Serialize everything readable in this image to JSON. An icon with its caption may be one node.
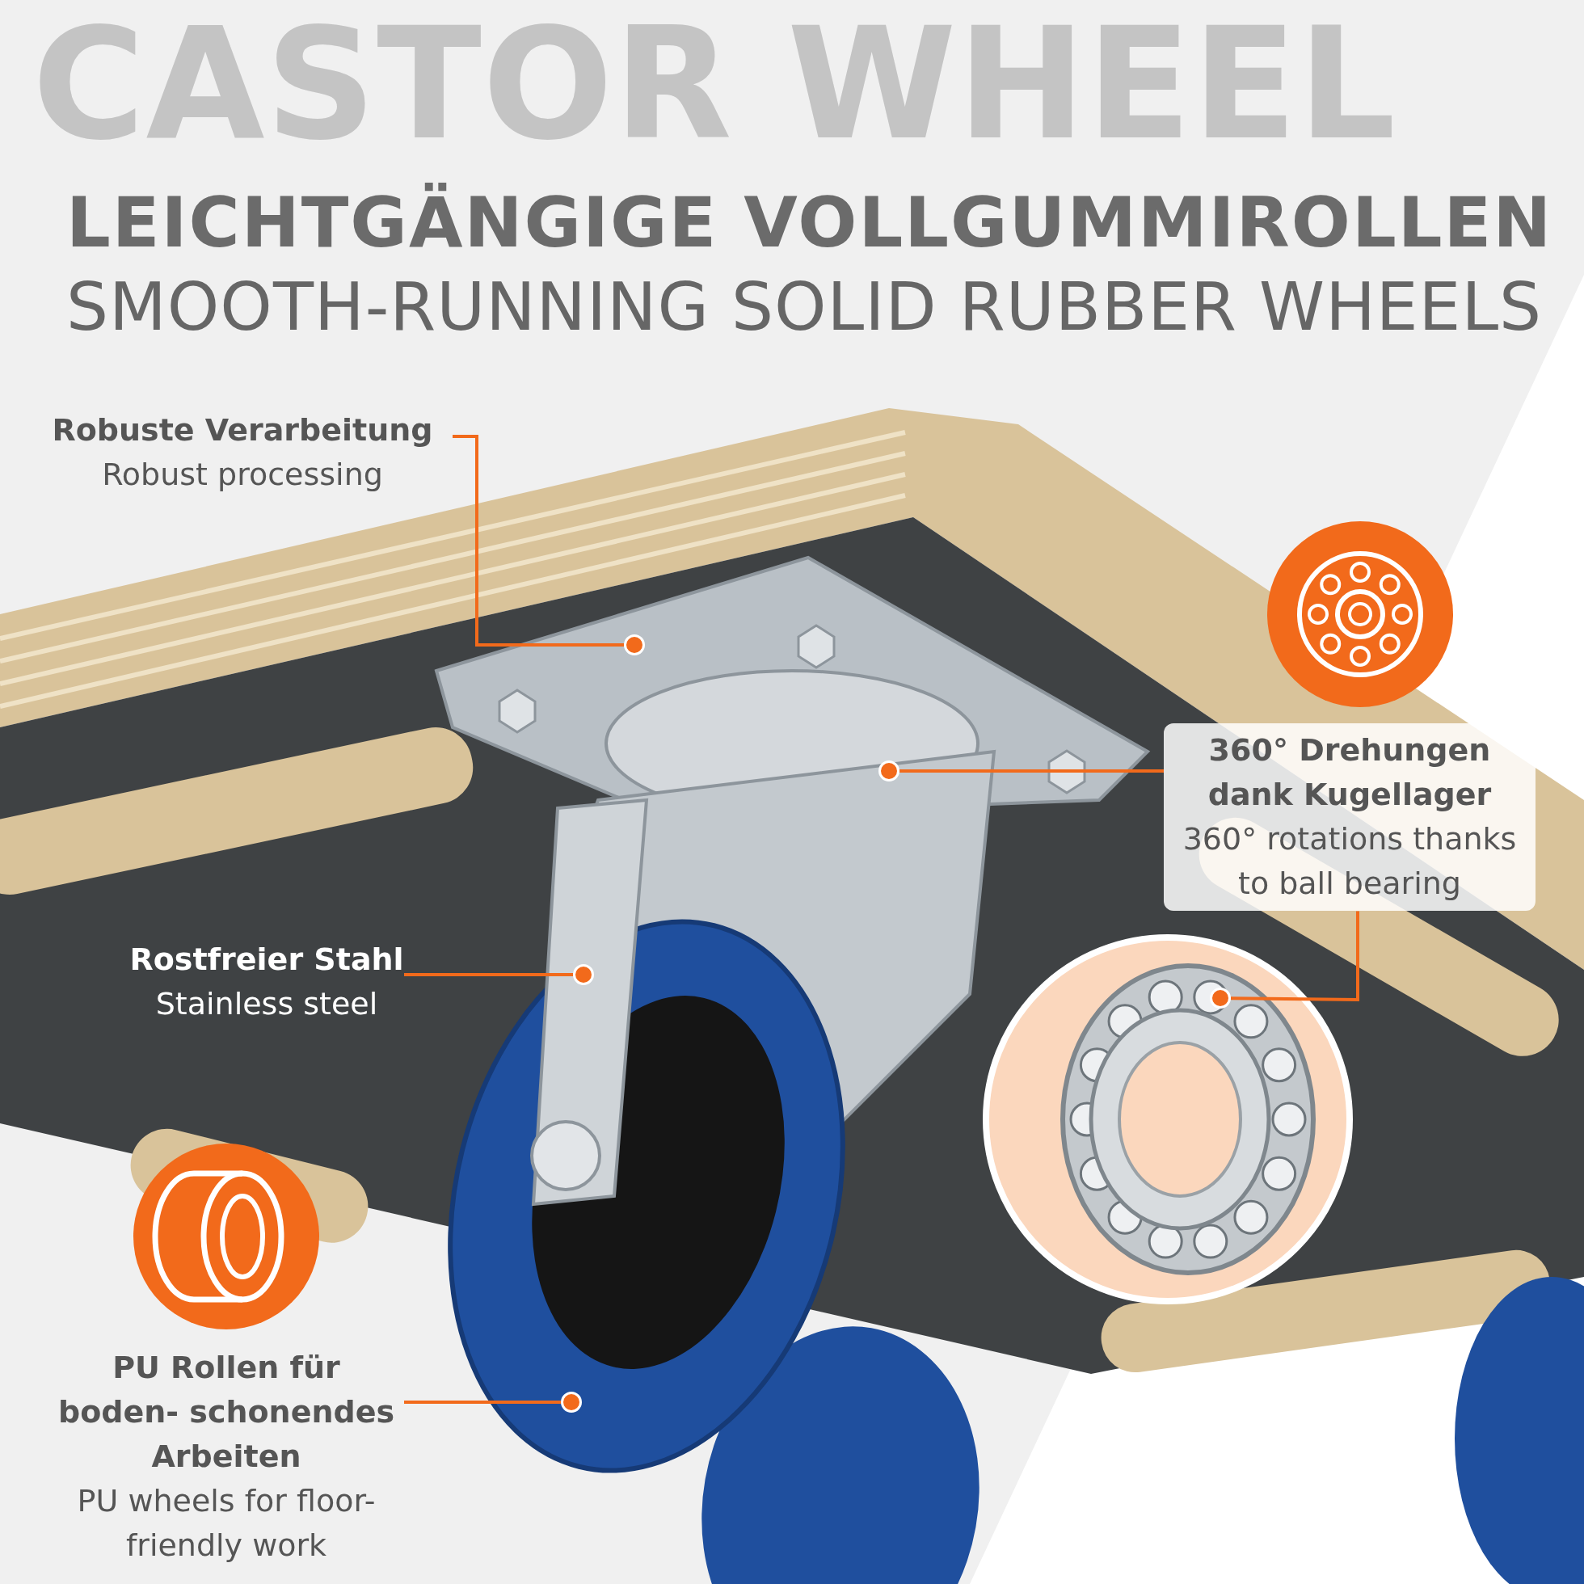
{
  "diagram": {
    "title": "LEICHTGÄNGIGE VOLLGUMMIROLLEN",
    "nodes": [
      {
        "text": [
          "Robuste Verarbeitung",
          "Robust processing"
        ]
      },
      {
        "text": [],
        "shape": "circle"
      },
      {
        "text": [
          "360° Drehungen dank Kugellager",
          "360° rotations thanks to ball bearing"
        ]
      },
      {
        "text": [],
        "shape": "circle"
      },
      {
        "text": [],
        "shape": "circle"
      },
      {
        "text": [
          "Rostfreier Stahl",
          "Stainless steel"
        ]
      },
      {
        "text": [],
        "shape": "circle"
      },
      {
        "text": [
          "PU Rollen für boden- schonendes Arbeiten",
          "PU wheels for floor-friendly work"
        ]
      },
      {
        "text": [],
        "shape": "circle"
      }
    ],
    "edges": [
      {
        "from": 0,
        "to": 1,
        "arrow": "none"
      },
      {
        "from": 2,
        "to": 3,
        "arrow": "none"
      },
      {
        "from": 2,
        "to": 4,
        "arrow": "none"
      },
      {
        "from": 5,
        "to": 6,
        "arrow": "none"
      },
      {
        "from": 7,
        "to": 8,
        "arrow": "none"
      }
    ],
    "labels": [
      "CASTOR WHEEL",
      "SMOOTH-RUNNING SOLID RUBBER WHEELS"
    ]
  }
}
